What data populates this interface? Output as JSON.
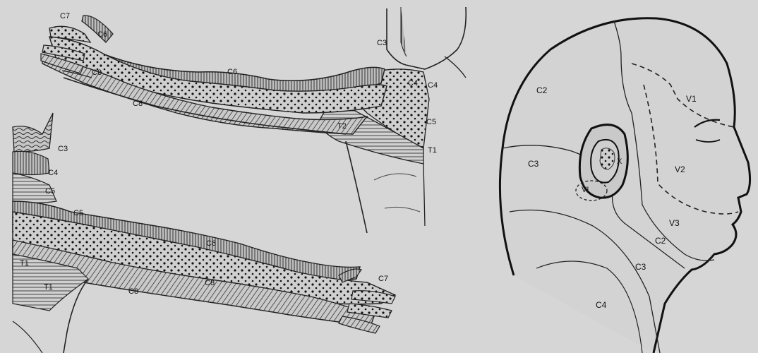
{
  "upper_arm_labels": {
    "c7_hand": "C7",
    "c6_thumb": "C6",
    "c8_hand": "C8",
    "c6_arm": "C6",
    "c8_arm": "C8",
    "c3_neck": "C3",
    "c4_shoulder_a": "C4",
    "c4_shoulder_b": "C4",
    "c5_shoulder": "C5",
    "t2_chest": "T2",
    "t1_chest": "T1"
  },
  "lower_arm_labels": {
    "c3": "C3",
    "c4": "C4",
    "c5": "C5",
    "c5_arm": "C5",
    "c6": "C6",
    "t1_upper": "T1",
    "t1_lower": "T1",
    "c8_upper": "C8",
    "c8_lower": "C8",
    "c7": "C7"
  },
  "head_labels": {
    "c2_scalp": "C2",
    "v1": "V1",
    "v2": "V2",
    "v3": "V3",
    "c3_neck_back": "C3",
    "c2_jaw": "C2",
    "c3_neck": "C3",
    "c4_neck": "C4",
    "vi_ear": "VI",
    "x_ear": "X"
  }
}
